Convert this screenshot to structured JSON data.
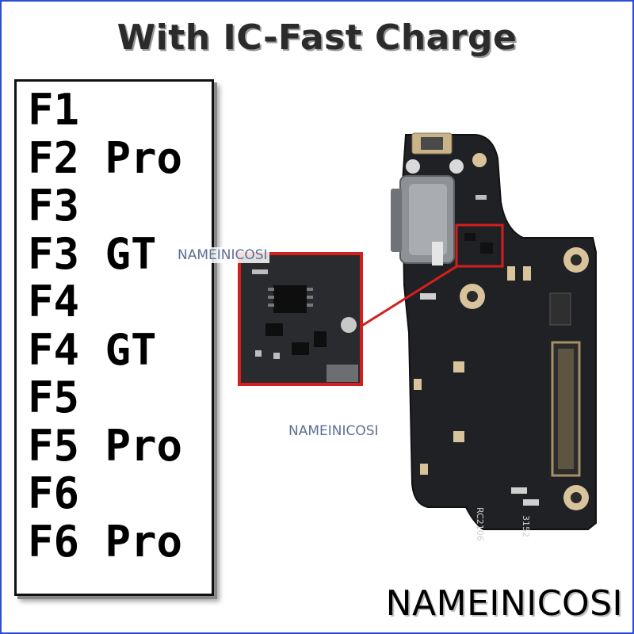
{
  "title": "With IC-Fast Charge",
  "models": [
    "F1",
    "F2 Pro",
    "F3",
    "F3 GT",
    "F4",
    "F4 GT",
    "F5",
    "F5 Pro",
    "F6",
    "F6 Pro"
  ],
  "watermark": "NAMEINICOSI",
  "brand": "NAMEINICOSI",
  "board_labels": {
    "part_a": "RC2106",
    "part_b": "3152"
  },
  "colors": {
    "frame": "#2a4fd6",
    "board": "#1f2124",
    "highlight": "#d41f1f",
    "pad": "#d9c39a"
  }
}
